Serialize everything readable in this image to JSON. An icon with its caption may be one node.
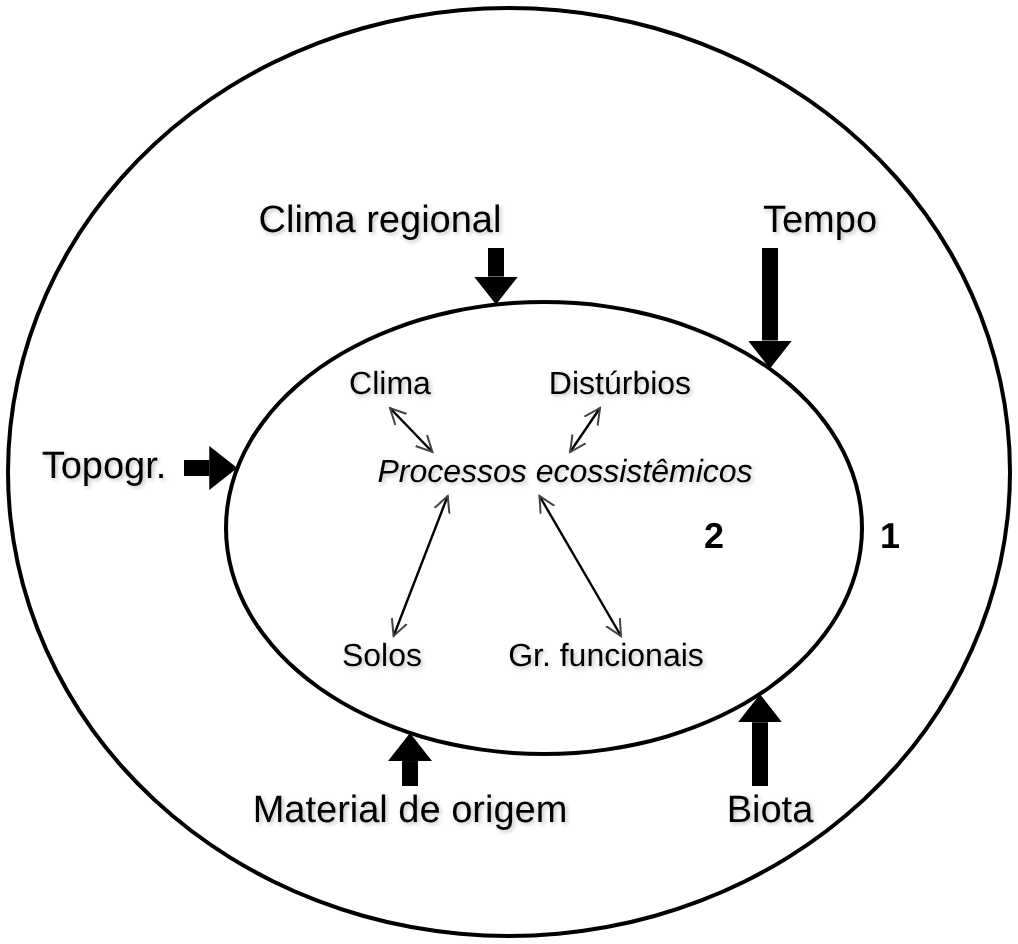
{
  "diagram": {
    "nodes": [
      {
        "text": [
          "1"
        ]
      },
      {
        "text": [
          "2"
        ],
        "in": 0
      },
      {
        "text": [
          "Clima regional"
        ],
        "in": 0
      },
      {
        "text": [
          "Tempo"
        ],
        "in": 0
      },
      {
        "text": [
          "Topogr."
        ],
        "in": 0
      },
      {
        "text": [
          "Clima"
        ],
        "in": 1
      },
      {
        "text": [
          "Distúrbios"
        ],
        "in": 1
      },
      {
        "text": [
          "Processos ecossistêmicos"
        ],
        "in": 1
      },
      {
        "text": [
          "Solos"
        ],
        "in": 1
      },
      {
        "text": [
          "Gr. funcionais"
        ],
        "in": 1
      },
      {
        "text": [
          "Material de origem"
        ],
        "in": 0
      },
      {
        "text": [
          "Biota"
        ],
        "in": 0
      }
    ],
    "edges": [
      {
        "from": 2,
        "to": 1,
        "arrow": "to"
      },
      {
        "from": 3,
        "to": 1,
        "arrow": "to"
      },
      {
        "from": 4,
        "to": 1,
        "arrow": "to"
      },
      {
        "from": 10,
        "to": 1,
        "arrow": "to"
      },
      {
        "from": 11,
        "to": 1,
        "arrow": "to"
      },
      {
        "from": 5,
        "to": 7,
        "arrow": "both"
      },
      {
        "from": 6,
        "to": 7,
        "arrow": "both"
      },
      {
        "from": 8,
        "to": 7,
        "arrow": "both"
      },
      {
        "from": 9,
        "to": 7,
        "arrow": "both"
      }
    ]
  }
}
